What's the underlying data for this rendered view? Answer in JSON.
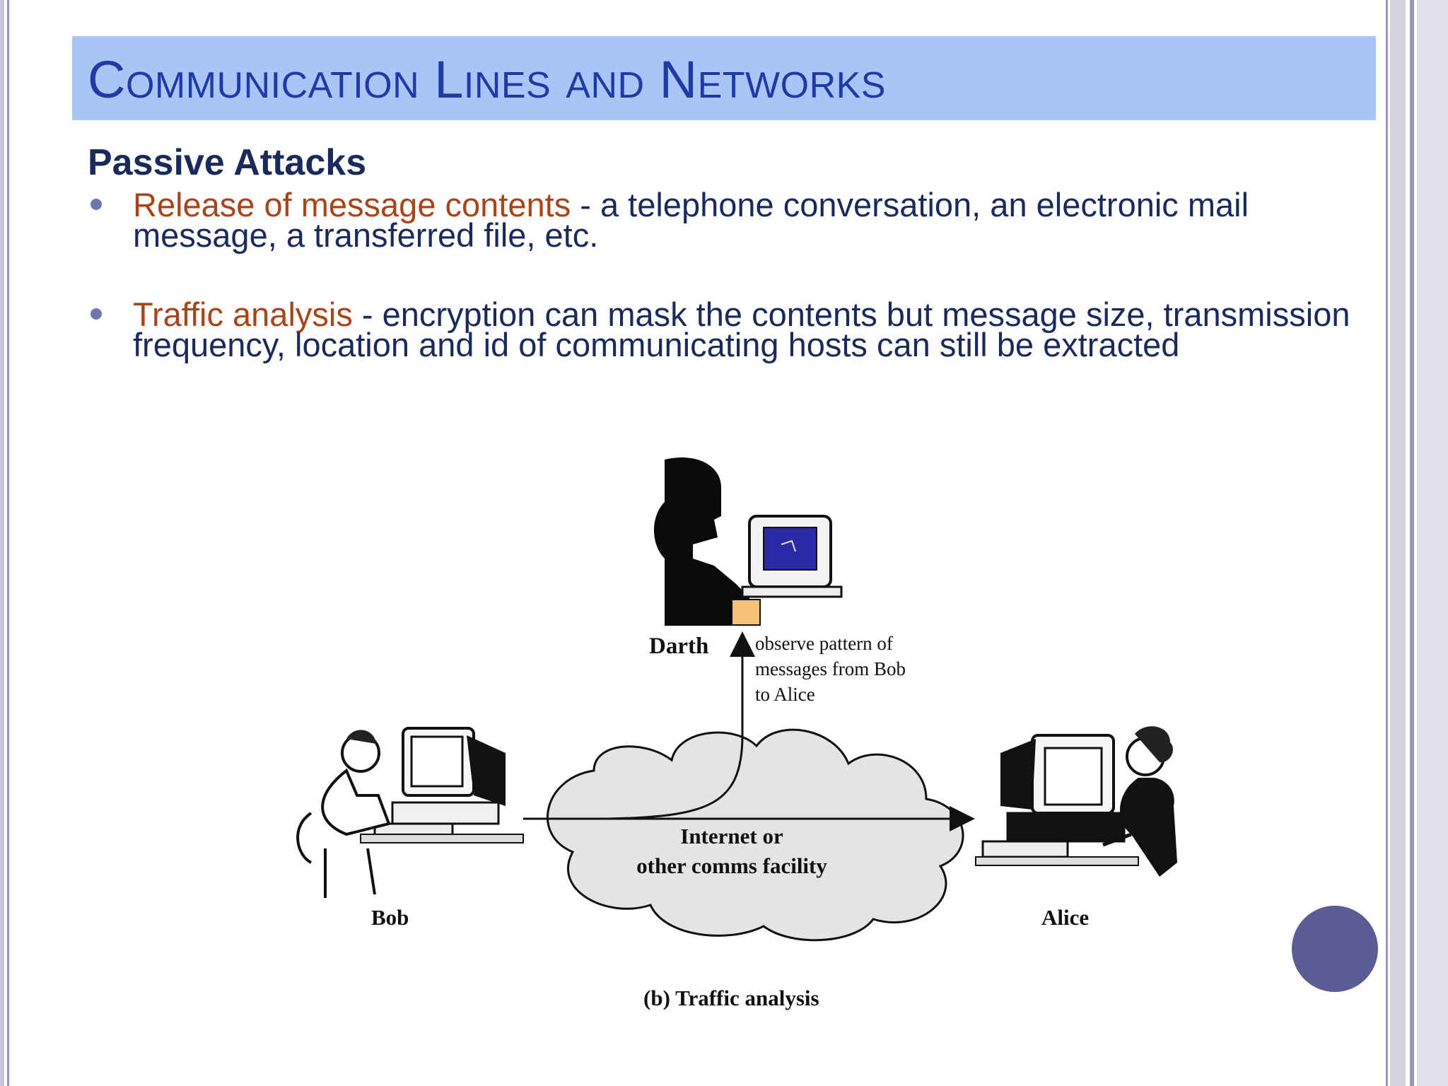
{
  "slide": {
    "title": "Communication Lines and Networks",
    "subheading": "Passive Attacks",
    "bullets": [
      {
        "key": "Release of message contents",
        "text": " - a telephone conversation, an electronic mail message, a transferred file, etc."
      },
      {
        "key": "Traffic analysis",
        "text": " - encryption can mask the contents but message size, transmission frequency, location and id of communicating hosts can still be extracted"
      }
    ]
  },
  "figure": {
    "darth_label": "Darth",
    "observe_note": [
      "observe pattern of",
      "messages from Bob",
      "to Alice"
    ],
    "cloud_label": [
      "Internet or",
      "other comms facility"
    ],
    "bob_label": "Bob",
    "alice_label": "Alice",
    "caption": "(b) Traffic analysis"
  },
  "colors": {
    "title_band": "#a9c4f7",
    "title_text": "#1f3aa6",
    "body_text": "#1a2a5c",
    "key_text": "#a8441a",
    "deco_circle": "#5b5b95"
  }
}
